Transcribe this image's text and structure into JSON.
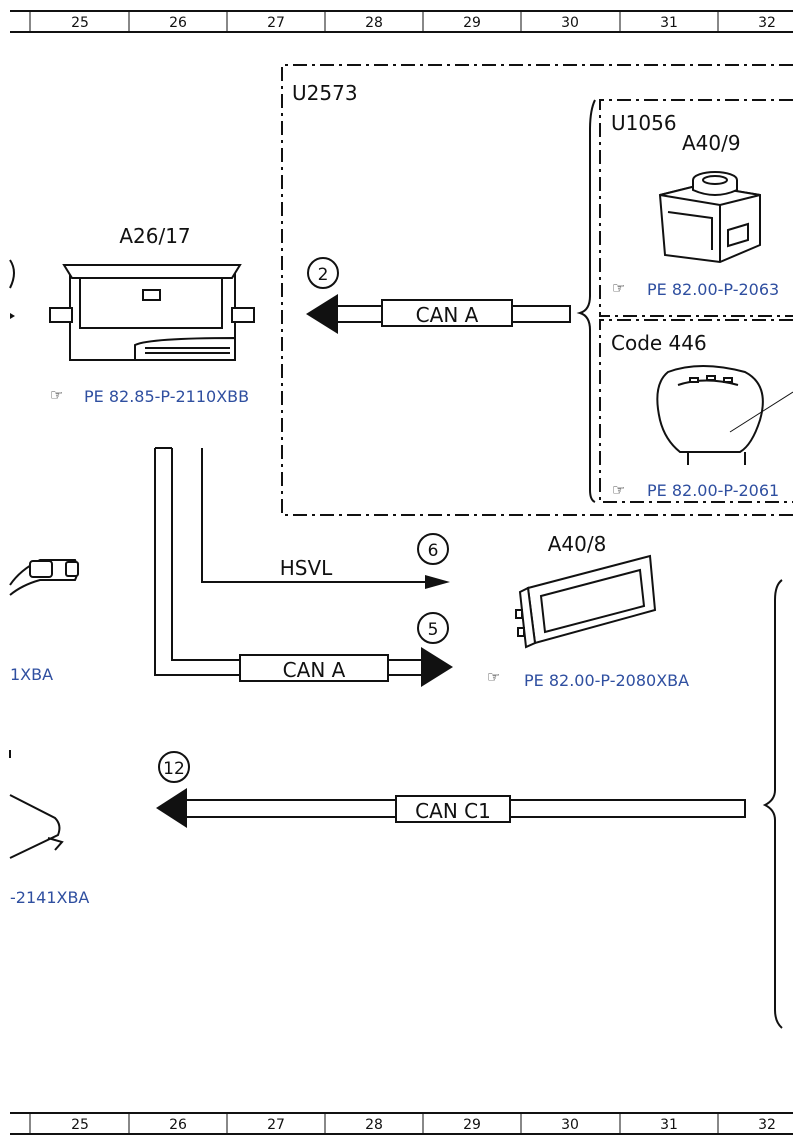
{
  "ruler": {
    "columns": [
      "25",
      "26",
      "27",
      "28",
      "29",
      "30",
      "31",
      "32"
    ]
  },
  "groups": {
    "u2573": "U2573",
    "u1056": "U1056",
    "code446": "Code 446"
  },
  "components": {
    "a26_17": {
      "label": "A26/17",
      "ref": "PE 82.85-P-2110XBB"
    },
    "a40_9": {
      "label": "A40/9",
      "ref": "PE 82.00-P-2063"
    },
    "code446_unit": {
      "ref": "PE 82.00-P-2061"
    },
    "a40_8": {
      "label": "A40/8",
      "ref": "PE 82.00-P-2080XBA"
    },
    "left_partial_1": {
      "ref": "1XBA"
    },
    "left_partial_2": {
      "ref": "-2141XBA"
    }
  },
  "connections": {
    "can_a_top": {
      "label": "CAN A",
      "num": "2"
    },
    "hsvl": {
      "label": "HSVL",
      "num": "6"
    },
    "can_a_mid": {
      "label": "CAN A",
      "num": "5"
    },
    "can_c1": {
      "label": "CAN C1",
      "num": "12"
    }
  },
  "colors": {
    "line": "#111111",
    "ref_text": "#2f4fa0",
    "background": "#ffffff"
  }
}
